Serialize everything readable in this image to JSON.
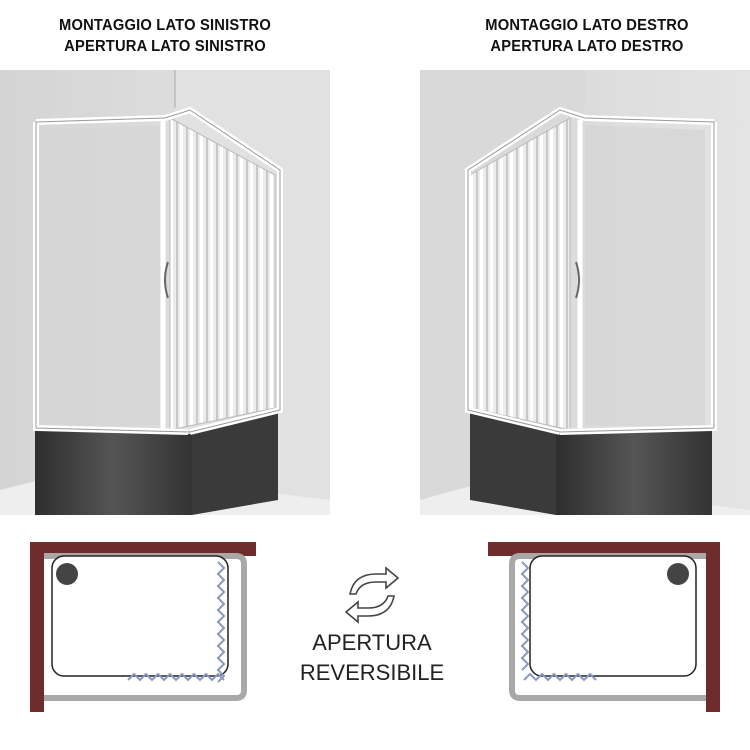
{
  "left_panel": {
    "title_line1": "MONTAGGIO LATO SINISTRO",
    "title_line2": "APERTURA LATO SINISTRO"
  },
  "right_panel": {
    "title_line1": "MONTAGGIO LATO DESTRO",
    "title_line2": "APERTURA LATO DESTRO"
  },
  "center": {
    "label_line1": "APERTURA",
    "label_line2": "REVERSIBILE",
    "icon": "reverse-arrows-icon"
  },
  "colors": {
    "wall": "#dcdcdc",
    "tray": "#3e3e3e",
    "frame": "#ffffff",
    "wall_plan": "#6e2c2c",
    "plan_tray": "#a8a8a8",
    "folding_door": "#8898c0"
  }
}
